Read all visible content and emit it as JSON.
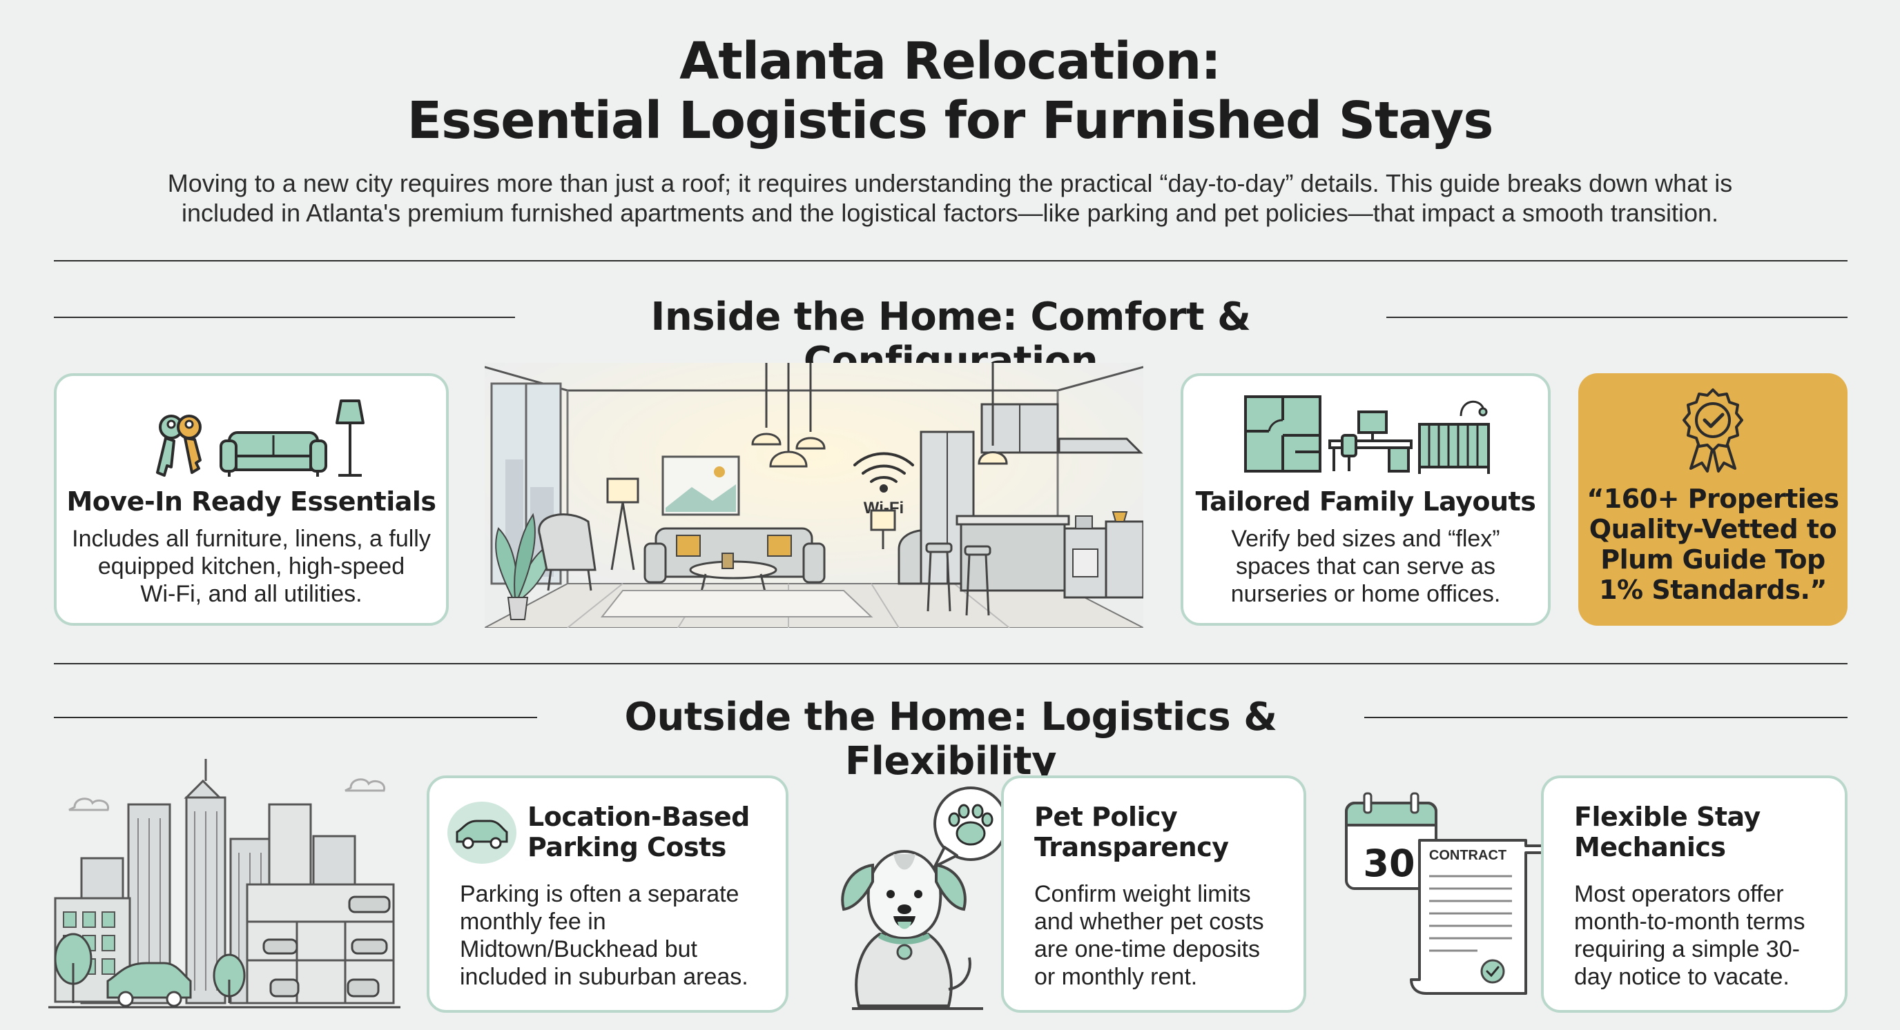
{
  "header": {
    "title_line1": "Atlanta Relocation:",
    "title_line2": "Essential Logistics for Furnished Stays",
    "intro_line1": "Moving to a new city requires more than just a roof; it requires understanding the practical “day-to-day” details. This guide breaks down what is",
    "intro_line2": "included in Atlanta's premium furnished apartments and the logistical factors—like parking and pet policies—that impact a smooth transition."
  },
  "inside": {
    "title": "Inside the Home: Comfort & Configuration",
    "wifi_label": "Wi-Fi",
    "cards": [
      {
        "title": "Move-In Ready Essentials",
        "text": [
          "Includes all furniture, linens, a fully",
          "equipped kitchen, high-speed",
          "Wi-Fi, and all utilities."
        ],
        "icons": [
          "keys-icon",
          "sofa-icon",
          "floor-lamp-icon"
        ]
      },
      {
        "title": "Tailored Family Layouts",
        "text": [
          "Verify bed sizes and “flex”",
          "spaces that can serve as",
          "nurseries or home offices."
        ],
        "icons": [
          "floor-plan-icon",
          "desk-icon",
          "crib-icon"
        ]
      }
    ],
    "quote": {
      "lines": [
        "“160+ Properties",
        "Quality-Vetted to",
        "Plum Guide Top",
        "1% Standards.”"
      ],
      "icon": "award-badge-icon"
    }
  },
  "outside": {
    "title": "Outside the Home: Logistics & Flexibility",
    "cards": [
      {
        "title": [
          "Location-Based",
          "Parking Costs"
        ],
        "text": [
          "Parking is often a separate",
          "monthly fee in",
          "Midtown/Buckhead but",
          "included in suburban areas."
        ],
        "icon": "car-icon"
      },
      {
        "title": [
          "Pet Policy",
          "Transparency"
        ],
        "text": [
          "Confirm weight limits",
          "and whether pet costs",
          "are one-time deposits",
          "or monthly rent."
        ],
        "icon": "paw-icon"
      },
      {
        "title": [
          "Flexible Stay",
          "Mechanics"
        ],
        "text": [
          "Most operators offer",
          "month-to-month terms",
          "requiring a simple 30-",
          "day notice to vacate."
        ],
        "icon": "calendar-icon"
      }
    ],
    "calendar_number": "30",
    "contract_label": "CONTRACT"
  },
  "colors": {
    "mint": "#9fd0bb",
    "mint_border": "#b9d8cb",
    "gold": "#e2b04c",
    "background": "#eff0f0"
  }
}
